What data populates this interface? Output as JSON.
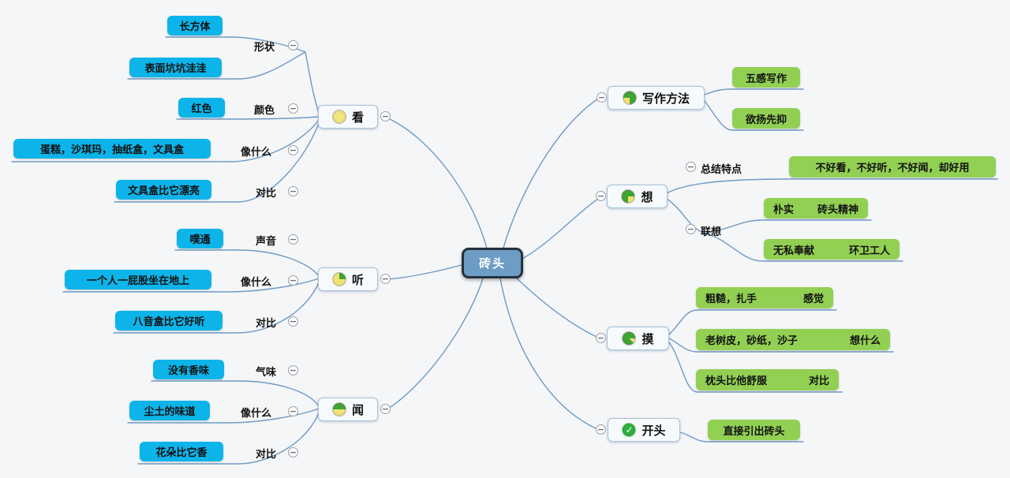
{
  "canvas": {
    "background": "#f5f6f7"
  },
  "palette": {
    "cyan_leaf": "#0db4ea",
    "green_leaf": "#92d053",
    "connector_line": "#6e9ac6",
    "central_fill": "#6d9cc5",
    "central_border": "#24313d",
    "progress_green": "#3fa535",
    "progress_yellow": "#f2e472"
  },
  "glyphs": {
    "collapse": "−",
    "check": "✓"
  },
  "icons": {
    "collapse": "minus-circle-icon",
    "look_marker": "task-progress-0-icon",
    "listen_marker": "task-progress-25-icon",
    "smell_marker": "task-progress-50-icon",
    "writing_method_marker": "task-progress-75-icon",
    "think_marker": "task-progress-75-icon",
    "touch_marker": "task-progress-88-icon",
    "opening_marker": "task-done-check-icon"
  },
  "central": {
    "label": "砖头"
  },
  "left": [
    {
      "label": "看",
      "children": [
        {
          "label": "形状",
          "leaves": [
            {
              "text": "长方体"
            },
            {
              "text": "表面坑坑洼洼"
            }
          ]
        },
        {
          "label": "颜色",
          "leaves": [
            {
              "text": "红色"
            }
          ]
        },
        {
          "label": "像什么",
          "leaves": [
            {
              "text": "蛋糕，沙琪玛，抽纸盒，文具盒"
            }
          ]
        },
        {
          "label": "对比",
          "leaves": [
            {
              "text": "文具盒比它漂亮"
            }
          ]
        }
      ]
    },
    {
      "label": "听",
      "children": [
        {
          "label": "声音",
          "leaves": [
            {
              "text": "噗通"
            }
          ]
        },
        {
          "label": "像什么",
          "leaves": [
            {
              "text": "一个人一屁股坐在地上"
            }
          ]
        },
        {
          "label": "对比",
          "leaves": [
            {
              "text": "八音盒比它好听"
            }
          ]
        }
      ]
    },
    {
      "label": "闻",
      "children": [
        {
          "label": "气味",
          "leaves": [
            {
              "text": "没有香味"
            }
          ]
        },
        {
          "label": "像什么",
          "leaves": [
            {
              "text": "尘土的味道"
            }
          ]
        },
        {
          "label": "对比",
          "leaves": [
            {
              "text": "花朵比它香"
            }
          ]
        }
      ]
    }
  ],
  "right": [
    {
      "label": "写作方法",
      "leaves": [
        {
          "text": "五感写作"
        },
        {
          "text": "欲扬先抑"
        }
      ]
    },
    {
      "label": "想",
      "children": [
        {
          "label": "总结特点",
          "leaves": [
            {
              "text": "不好看，不好听，不好闻，却好用"
            }
          ]
        },
        {
          "label": "联想",
          "leaves": [
            {
              "text": "朴实",
              "suffix": "砖头精神"
            },
            {
              "text": "无私奉献",
              "suffix": "环卫工人"
            }
          ]
        }
      ]
    },
    {
      "label": "摸",
      "leaves": [
        {
          "text": "粗糙，扎手",
          "suffix": "感觉"
        },
        {
          "text": "老树皮，砂纸，沙子",
          "suffix": "想什么"
        },
        {
          "text": "枕头比他舒服",
          "suffix": "对比"
        }
      ]
    },
    {
      "label": "开头",
      "leaves": [
        {
          "text": "直接引出砖头"
        }
      ]
    }
  ]
}
